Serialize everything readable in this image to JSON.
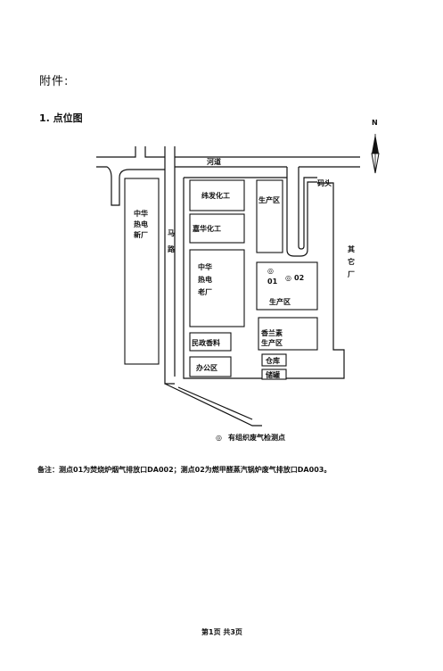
{
  "document": {
    "attachment_label": "附件:",
    "section_title": "1. 点位图",
    "note": "备注：测点01为焚烧炉烟气排放口DA002；测点02为燃甲醛蒸汽锅炉废气排放口DA003。",
    "footer": "第1页  共3页"
  },
  "map": {
    "north_label": "N",
    "river_label": "河道",
    "wharf_label": "码头",
    "road_label": [
      "马",
      "路"
    ],
    "other_factory_label": [
      "其",
      "它",
      "厂"
    ],
    "zhonghua_new_label": [
      "中华",
      "热电",
      "新厂"
    ],
    "weifa_label": "纬发化工",
    "jiahua_label": "嘉华化工",
    "zhonghua_old_label": [
      "中华",
      "热电",
      "老厂"
    ],
    "minzheng_label": "民政香料",
    "office_label": "办公区",
    "production_top_label": "生产区",
    "point_01_label": "01",
    "point_02_label": "02",
    "production_mid_label": "生产区",
    "vanillin_label": [
      "香兰素",
      "生产区"
    ],
    "warehouse_label": "仓库",
    "storage_tank_label": "储罐",
    "point_symbol": "◎",
    "legend_label": "有组织废气检测点"
  }
}
